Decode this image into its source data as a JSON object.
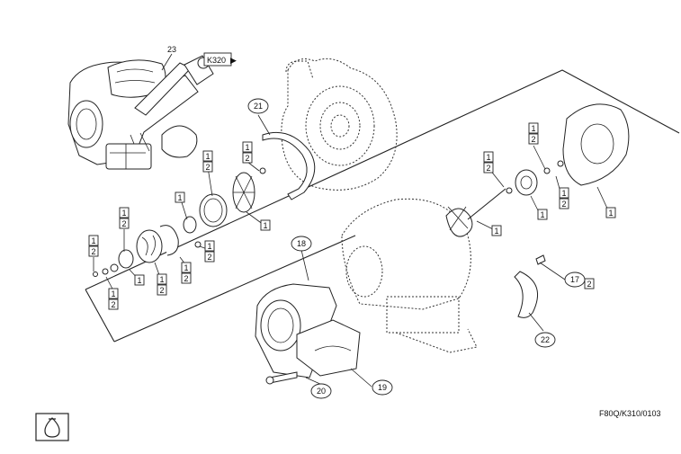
{
  "reference_code": "F80Q/K310/0103",
  "cross_reference": {
    "label": "K320",
    "arrow": "▶"
  },
  "assembly_number": "23",
  "callouts": {
    "c17": "17",
    "c18": "18",
    "c19": "19",
    "c20": "20",
    "c21": "21",
    "c22": "22"
  },
  "qty1": "1",
  "qty2": "2",
  "corner_icon": "engine-oil-drop-icon"
}
